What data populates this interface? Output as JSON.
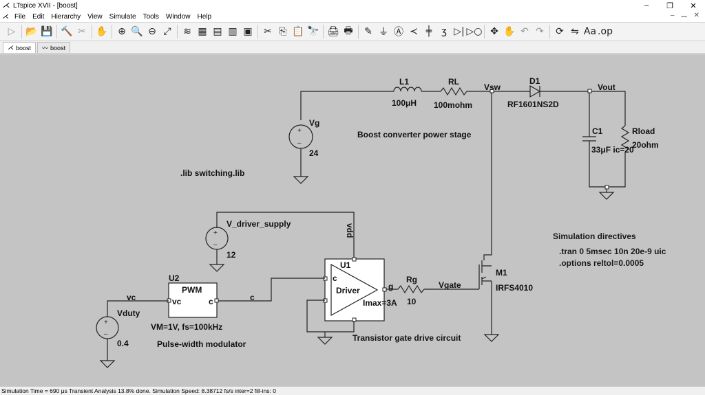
{
  "window": {
    "title": "LTspice XVII - [boost]",
    "minimize": "–",
    "maximize": "❐",
    "close": "✕"
  },
  "menubar": {
    "items": [
      {
        "label": "File"
      },
      {
        "label": "Edit"
      },
      {
        "label": "Hierarchy"
      },
      {
        "label": "View"
      },
      {
        "label": "Simulate"
      },
      {
        "label": "Tools"
      },
      {
        "label": "Window"
      },
      {
        "label": "Help"
      }
    ],
    "mdi_min": "–",
    "mdi_restore": "ꟷ",
    "mdi_close": "✕"
  },
  "toolbar": {
    "icons": [
      "run-icon",
      "open-icon",
      "save-icon",
      "control-panel-icon",
      "halt-icon",
      "pan-icon",
      "zoom-in-icon",
      "zoom-area-icon",
      "zoom-out-icon",
      "zoom-fit-icon",
      "autorange-icon",
      "grid-icon",
      "tile-horizontal-icon",
      "tile-vertical-icon",
      "cascade-icon",
      "cut-icon",
      "copy-icon",
      "paste-icon",
      "find-icon",
      "print-icon",
      "print-preview-icon",
      "draw-wire-icon",
      "ground-icon",
      "label-net-icon",
      "resistor-icon",
      "capacitor-icon",
      "inductor-icon",
      "diode-icon",
      "component-icon",
      "move-icon",
      "drag-icon",
      "undo-icon",
      "redo-icon",
      "rotate-icon",
      "mirror-icon",
      "text-icon",
      "spice-directive-icon"
    ],
    "glyphs": [
      "▷",
      "📂",
      "💾",
      "🔨",
      "✂",
      "✋",
      "⊕",
      "🔍",
      "⊖",
      "⤢",
      "≋",
      "▦",
      "▤",
      "▥",
      "▣",
      "✂",
      "⎘",
      "📋",
      "🔭",
      "🖨",
      "🖶",
      "✎",
      "⏚",
      "Ⓐ",
      "≺",
      "╪",
      "ʒ",
      "▷|",
      "▷○",
      "✥",
      "✋",
      "↶",
      "↷",
      "⟳",
      "⇋",
      "Aa",
      ".op"
    ]
  },
  "tabs": [
    {
      "label": "boost",
      "icon": "schematic-icon"
    },
    {
      "label": "boost",
      "icon": "waveform-icon"
    }
  ],
  "schematic": {
    "L1": {
      "name": "L1",
      "value": "100μH"
    },
    "RL": {
      "name": "RL",
      "value": "100mohm"
    },
    "Vsw": "Vsw",
    "D1": {
      "name": "D1",
      "value": "RF1601NS2D"
    },
    "Vout": "Vout",
    "Vg": {
      "name": "Vg",
      "value": "24"
    },
    "C1": {
      "name": "C1",
      "value": "33μF ic=20"
    },
    "Rload": {
      "name": "Rload",
      "value": "20ohm"
    },
    "power_stage_note": "Boost converter power stage",
    "lib": ".lib switching.lib",
    "Vdrv": {
      "name": "V_driver_supply",
      "value": "12"
    },
    "vdd": "vdd",
    "U1": {
      "name": "U1",
      "inner": "Driver",
      "pin_c": "c",
      "pin_g": "g",
      "param": "Imax=3A"
    },
    "Rg": {
      "name": "Rg",
      "value": "10"
    },
    "Vgate": "Vgate",
    "M1": {
      "name": "M1",
      "value": "IRFS4010"
    },
    "U2": {
      "name": "U2",
      "inner": "PWM",
      "pin_vc": "vc",
      "pin_c": "c",
      "param": "VM=1V, fs=100kHz"
    },
    "vc_net": "vc",
    "c_net": "c",
    "Vduty": {
      "name": "Vduty",
      "value": "0.4"
    },
    "pwm_note": "Pulse-width modulator",
    "gate_note": "Transistor gate drive circuit",
    "sim_title": "Simulation directives",
    "tran": ".tran 0 5msec 10n 20e-9 uic",
    "options": ".options reltol=0.0005"
  },
  "status": "Simulation Time = 690 μs  Transient Analysis 13.8% done. Simulation Speed: 8.38712 fs/s inter=2 fill-ins: 0"
}
